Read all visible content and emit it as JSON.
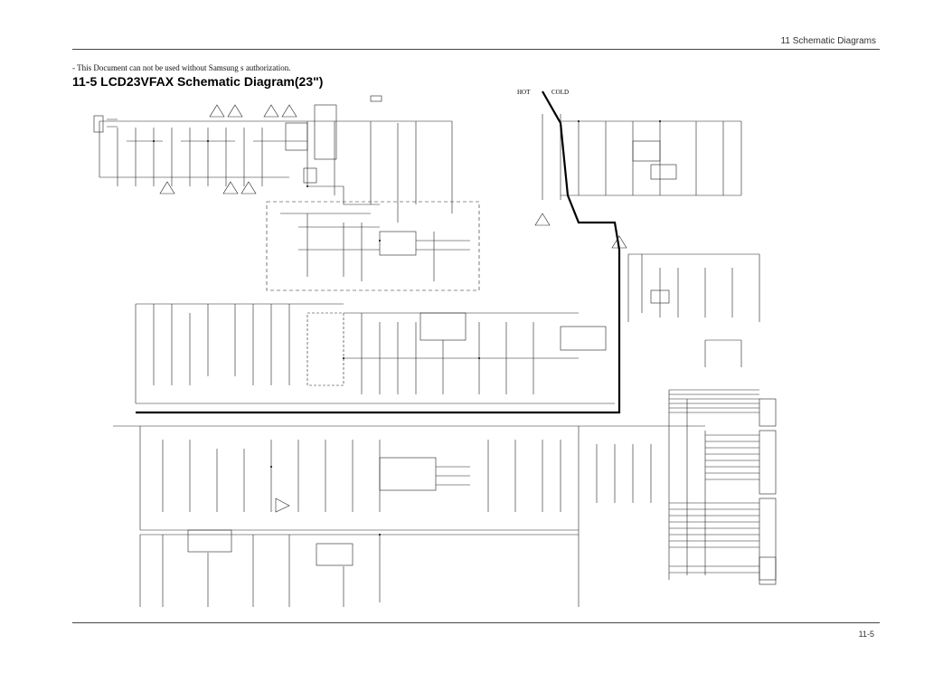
{
  "header": {
    "section": "11 Schematic Diagrams"
  },
  "notice": "- This Document can not be used without Samsung   s authorization.",
  "title": "11-5 LCD23VFAX Schematic Diagram(23\")",
  "schematic": {
    "hot_label": "HOT",
    "cold_label": "COLD"
  },
  "footer": {
    "page_number": "11-5"
  }
}
